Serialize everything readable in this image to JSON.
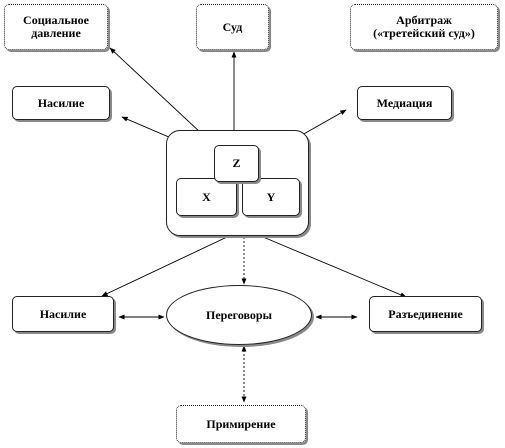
{
  "nodes": {
    "social_pressure": "Социальное давление",
    "court": "Суд",
    "arbitration_line1": "Арбитраж",
    "arbitration_line2": "(«третейский суд»)",
    "violence_top": "Насилие",
    "mediation": "Медиация",
    "z": "Z",
    "x": "X",
    "y": "Y",
    "violence_bottom": "Насилие",
    "negotiations": "Переговоры",
    "separation": "Разъединение",
    "reconciliation": "Примирение"
  }
}
